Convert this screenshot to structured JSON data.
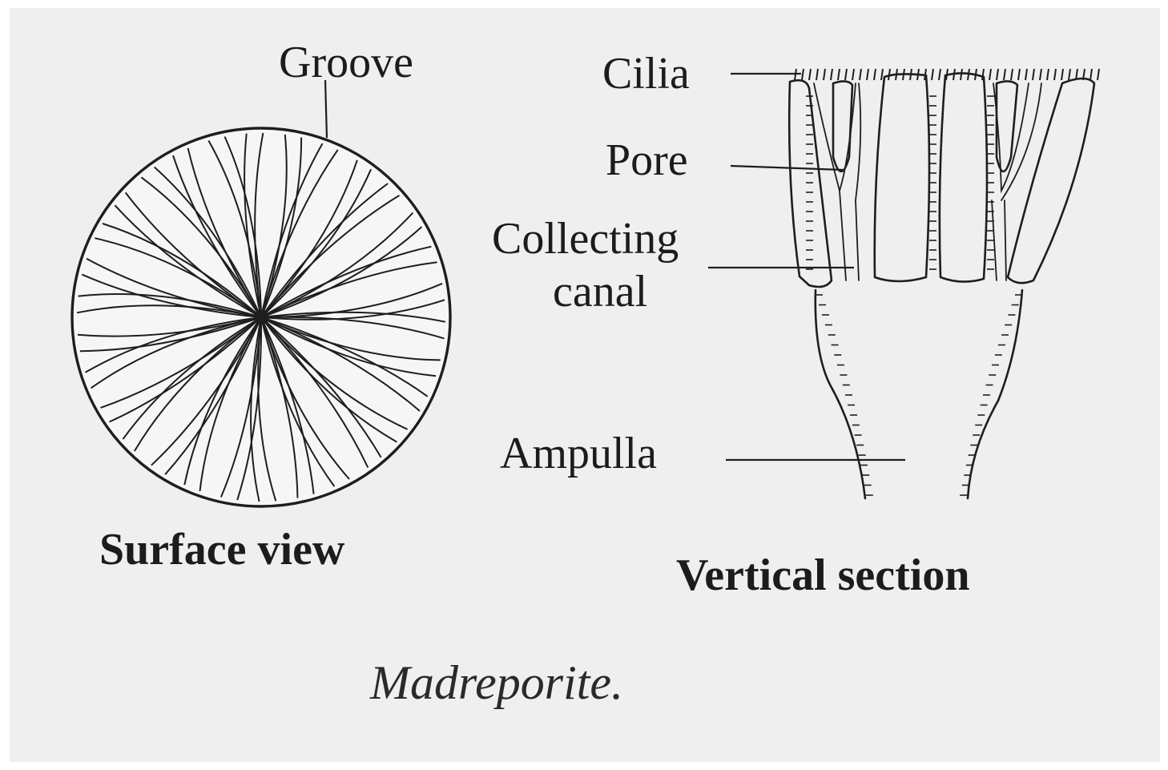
{
  "labels": {
    "groove": "Groove",
    "cilia": "Cilia",
    "pore": "Pore",
    "collecting_canal_line1": "Collecting",
    "collecting_canal_line2": "canal",
    "ampulla": "Ampulla"
  },
  "views": {
    "surface": "Surface view",
    "vertical": "Vertical section"
  },
  "caption": "Madreporite."
}
